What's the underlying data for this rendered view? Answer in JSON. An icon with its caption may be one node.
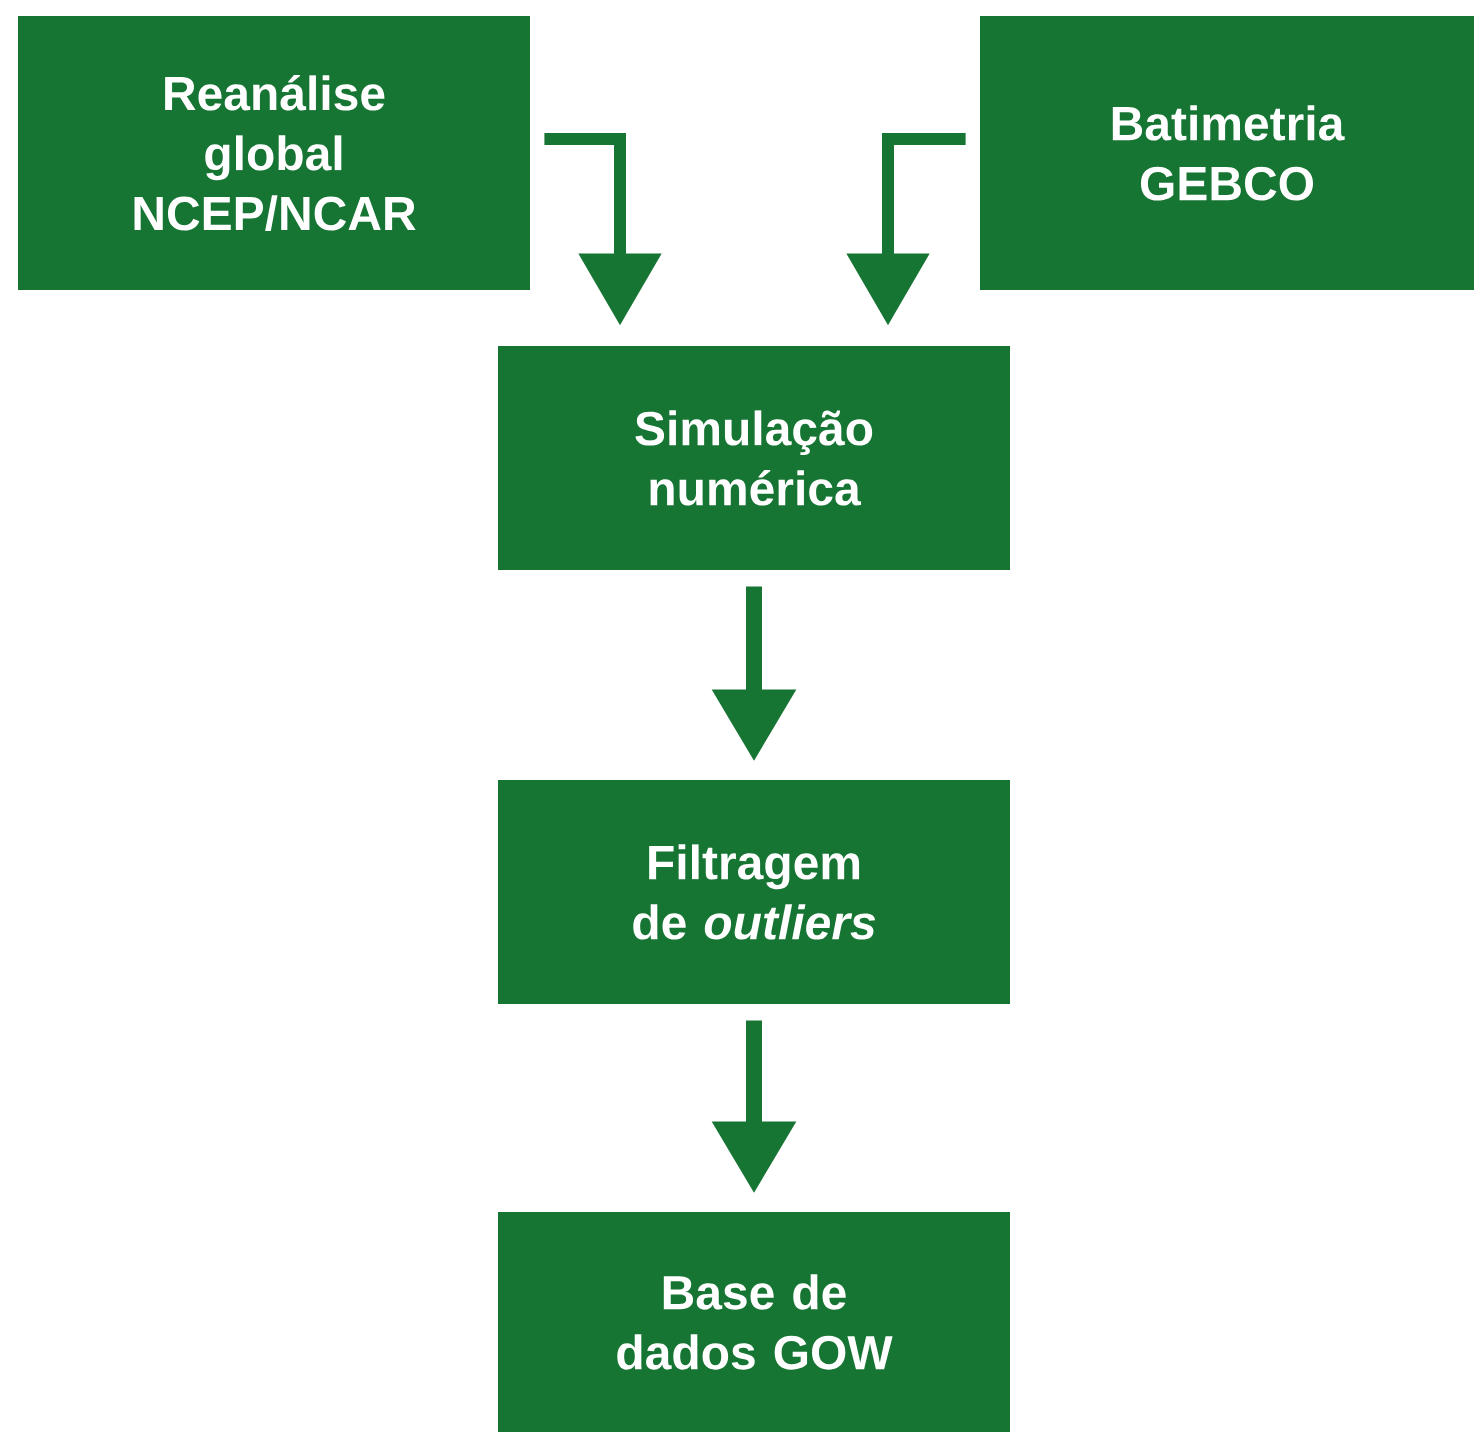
{
  "diagram": {
    "nodes": [
      {
        "text": [
          "Reanálise global NCEP/NCAR"
        ]
      },
      {
        "text": [
          "Batimetria GEBCO"
        ]
      },
      {
        "text": [
          "Simulação numérica"
        ]
      },
      {
        "text": [
          "Filtragem de *outliers*"
        ]
      },
      {
        "text": [
          "Base de dados GOW"
        ]
      }
    ],
    "edges": [
      {
        "from": 0,
        "to": 2,
        "arrow": "to"
      },
      {
        "from": 1,
        "to": 2,
        "arrow": "to"
      },
      {
        "from": 2,
        "to": 3,
        "arrow": "to"
      },
      {
        "from": 3,
        "to": 4,
        "arrow": "to"
      }
    ]
  }
}
